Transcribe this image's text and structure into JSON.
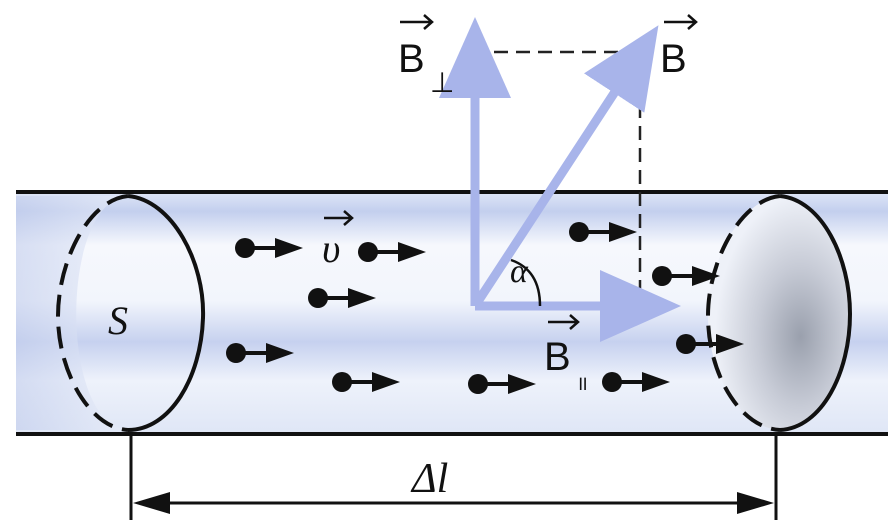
{
  "labels": {
    "b_perp": "B",
    "b_perp_sub": "⊥",
    "b_total": "B",
    "b_parallel": "B",
    "b_parallel_sub": "॥",
    "velocity": "υ",
    "angle": "α",
    "area": "S",
    "length": "Δl"
  },
  "colors": {
    "tube_outline": "#111111",
    "tube_band": "#b9c6ea",
    "field_vector": "#a8b4ea",
    "charge": "#111111"
  },
  "icons": {
    "vector_arrow_mark": "right-arrow-overline",
    "charge": "dot-with-arrow"
  }
}
